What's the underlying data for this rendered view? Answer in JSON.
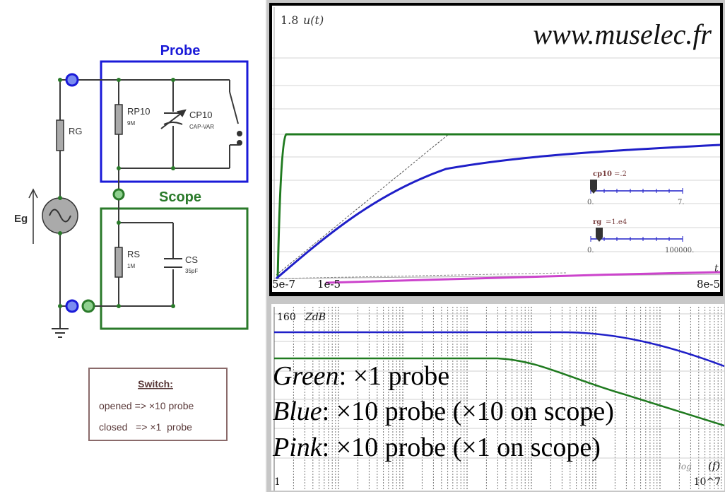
{
  "circuit": {
    "probe_title": "Probe",
    "scope_title": "Scope",
    "rg_label": "RG",
    "eg_label": "Eg",
    "rp_label": "RP10",
    "rp_value": "9M",
    "cp_label": "CP10",
    "cp_sub": "CAP-VAR",
    "rs_label": "RS",
    "rs_value": "1M",
    "cs_label": "CS",
    "cs_value": "35pF",
    "switch_title": "Switch:",
    "switch_line1": "opened => ×10 probe",
    "switch_line2": "closed   => ×1  probe"
  },
  "time_plot": {
    "watermark": "www.muselec.fr",
    "y_max_label": "1.8",
    "y_axis_label": "u(t)",
    "x_axis_label": "t",
    "x_tick_1": "5e-7",
    "x_tick_2": "1e-5",
    "x_tick_end": "8e-5",
    "slider_cp10": {
      "name": "cp10",
      "value_text": "=.2",
      "min": "0.",
      "max": "7."
    },
    "slider_rg": {
      "name": "rg",
      "value_text": "=1.e4",
      "min": "0.",
      "max": "100000."
    }
  },
  "bode_plot": {
    "y_label_value": "160",
    "y_label": "ZdB",
    "x_start": "1",
    "x_end": "10^7",
    "x_label": "(f)",
    "log_note": "log",
    "legend_green_name": "Green",
    "legend_green_text": ": ×1 probe",
    "legend_blue_name": "Blue",
    "legend_blue_text": ": ×10 probe (×10 on scope)",
    "legend_pink_name": "Pink",
    "legend_pink_text": ": ×10 probe (×1 on scope)"
  },
  "colors": {
    "blue": "#1f1fc8",
    "green": "#1f7a1f",
    "pink": "#cc44cc",
    "probe_box": "#1a1ad8",
    "scope_box": "#2a7a2a"
  }
}
